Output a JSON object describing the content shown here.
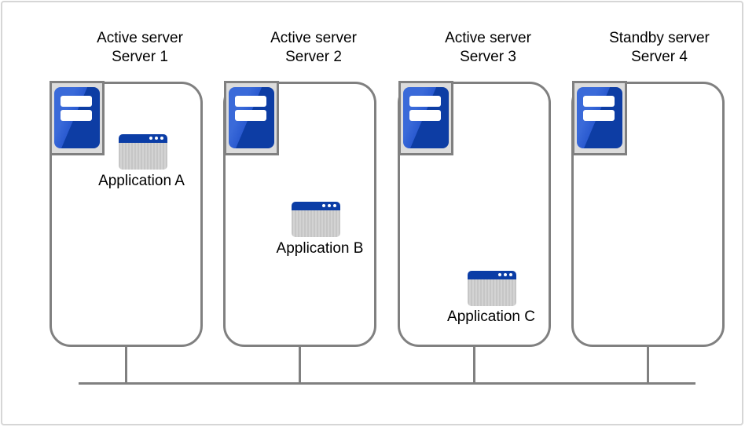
{
  "servers": [
    {
      "role": "Active server",
      "name": "Server 1",
      "application": "Application A"
    },
    {
      "role": "Active server",
      "name": "Server 2",
      "application": "Application B"
    },
    {
      "role": "Active server",
      "name": "Server 3",
      "application": "Application C"
    },
    {
      "role": "Standby server",
      "name": "Server 4",
      "application": null
    }
  ],
  "network": {
    "type": "shared-bus"
  },
  "icons": {
    "server": "server-tower-icon",
    "application": "application-window-icon"
  },
  "colors": {
    "line_gray": "#808080",
    "frame_border": "#d6d6d6",
    "icon_bg": "#dcdcdc",
    "tower_blue_light": "#3a6ad9",
    "tower_blue_dark": "#0d3da4",
    "titlebar_blue": "#0b3da6",
    "window_body_gray": "#cccccc"
  }
}
